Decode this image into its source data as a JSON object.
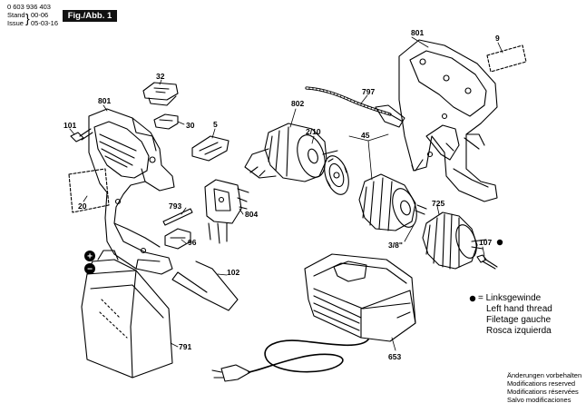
{
  "header": {
    "doc_number": "0 603 936 403",
    "stand_label": "Stand",
    "stand_value": "00-06",
    "issue_label": "Issue",
    "issue_value": "05-03-16",
    "figure_label": "Fig./Abb. 1"
  },
  "parts": {
    "p801_top": "801",
    "p9": "9",
    "p32": "32",
    "p801_left": "801",
    "p802": "802",
    "p797": "797",
    "p101": "101",
    "p30": "30",
    "p5": "5",
    "p2_10": "2/10",
    "p45": "45",
    "p20": "20",
    "p793": "793",
    "p804": "804",
    "p96": "96",
    "p725": "725",
    "p3_8": "3/8\"",
    "p107": "107",
    "p102": "102",
    "p791": "791",
    "p653": "653"
  },
  "polarity": {
    "plus": "+",
    "minus": "−"
  },
  "legend": {
    "bullet_label": "= Linksgewinde",
    "line2": "Left hand thread",
    "line3": "Filetage gauche",
    "line4": "Rosca izquierda"
  },
  "footer": {
    "line1": "Änderungen vorbehalten",
    "line2": "Modifications reserved",
    "line3": "Modifications réservées",
    "line4": "Salvo modificaciones"
  }
}
